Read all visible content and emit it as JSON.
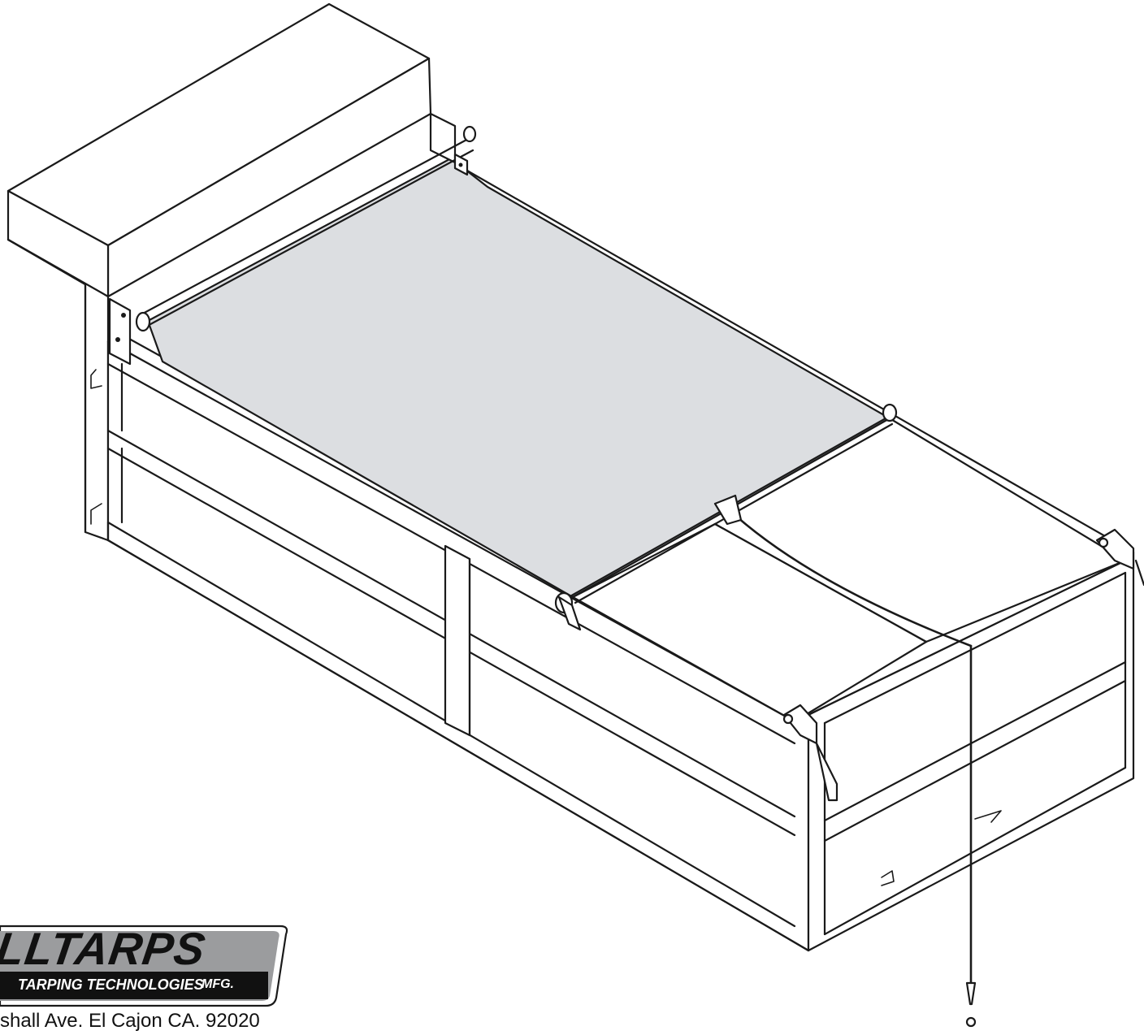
{
  "brand": {
    "wordmark": "LLTARPS",
    "tagline": "TARPING TECHNOLOGIES",
    "suffix": "MFG.",
    "address": "shall Ave. El Cajon CA. 92020"
  },
  "colors": {
    "line": "#1a1a1a",
    "tarp": "#dcdee1",
    "logo_panel": "#9b9c9e",
    "logo_band": "#111111",
    "background": "#ffffff"
  }
}
